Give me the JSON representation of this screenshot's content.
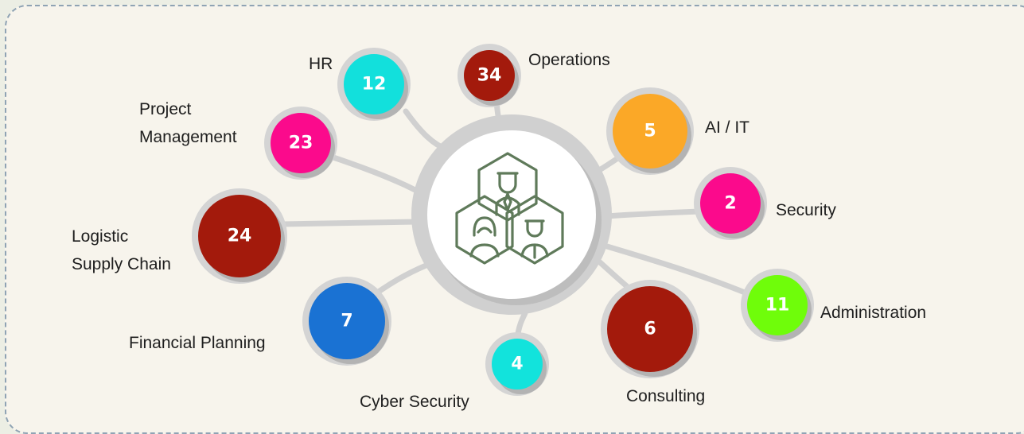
{
  "hub": {
    "icon": "team-people-hexagon-icon",
    "icon_color": "#5f7a5a"
  },
  "departments": [
    {
      "key": "hr",
      "label": [
        "HR"
      ],
      "count": "12",
      "color": "#12e0dc"
    },
    {
      "key": "operations",
      "label": [
        "Operations"
      ],
      "count": "34",
      "color": "#a31a0c"
    },
    {
      "key": "ai-it",
      "label": [
        "AI / IT"
      ],
      "count": "5",
      "color": "#fba827"
    },
    {
      "key": "project-management",
      "label": [
        "Project",
        "Management"
      ],
      "count": "23",
      "color": "#fb0a8c"
    },
    {
      "key": "security",
      "label": [
        "Security"
      ],
      "count": "2",
      "color": "#fb0a8c"
    },
    {
      "key": "logistic-supply-chain",
      "label": [
        "Logistic",
        "Supply Chain"
      ],
      "count": "24",
      "color": "#a31a0c"
    },
    {
      "key": "administration",
      "label": [
        "Administration"
      ],
      "count": "11",
      "color": "#6ffd0a"
    },
    {
      "key": "financial-planning",
      "label": [
        "Financial Planning"
      ],
      "count": "7",
      "color": "#1a72d3"
    },
    {
      "key": "cyber-security",
      "label": [
        "Cyber Security"
      ],
      "count": "4",
      "color": "#12e3dc"
    },
    {
      "key": "consulting",
      "label": [
        "Consulting"
      ],
      "count": "6",
      "color": "#a31a0c"
    }
  ]
}
